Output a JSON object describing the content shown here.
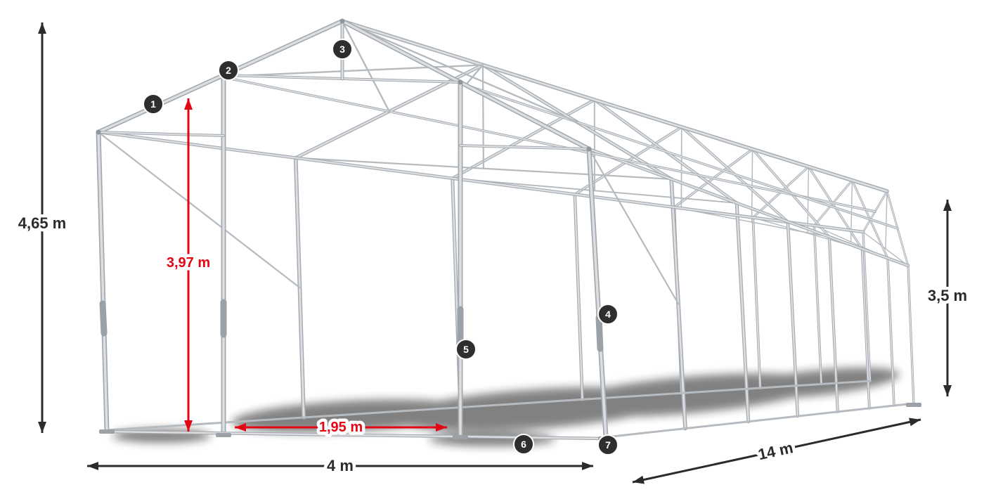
{
  "diagram": {
    "subject": "party-tent steel frame wireframe with dimension annotations",
    "dimensions": {
      "total_height": {
        "label": "4,65 m"
      },
      "entrance_height": {
        "label": "3,97 m"
      },
      "side_height": {
        "label": "3,5 m"
      },
      "width": {
        "label": "4 m"
      },
      "length": {
        "label": "14 m"
      },
      "entrance_width": {
        "label": "1,95 m"
      }
    },
    "markers": [
      {
        "label": "1"
      },
      {
        "label": "2"
      },
      {
        "label": "3"
      },
      {
        "label": "4"
      },
      {
        "label": "5"
      },
      {
        "label": "6"
      },
      {
        "label": "7"
      }
    ],
    "colors": {
      "dimension_line": "#2b2b2b",
      "accent_red": "#e30613",
      "frame_dark": "#a4aab0",
      "frame_light": "#dcdfe2",
      "marker_bg": "#2e2e2e",
      "marker_text": "#ffffff",
      "background": "#ffffff"
    }
  }
}
